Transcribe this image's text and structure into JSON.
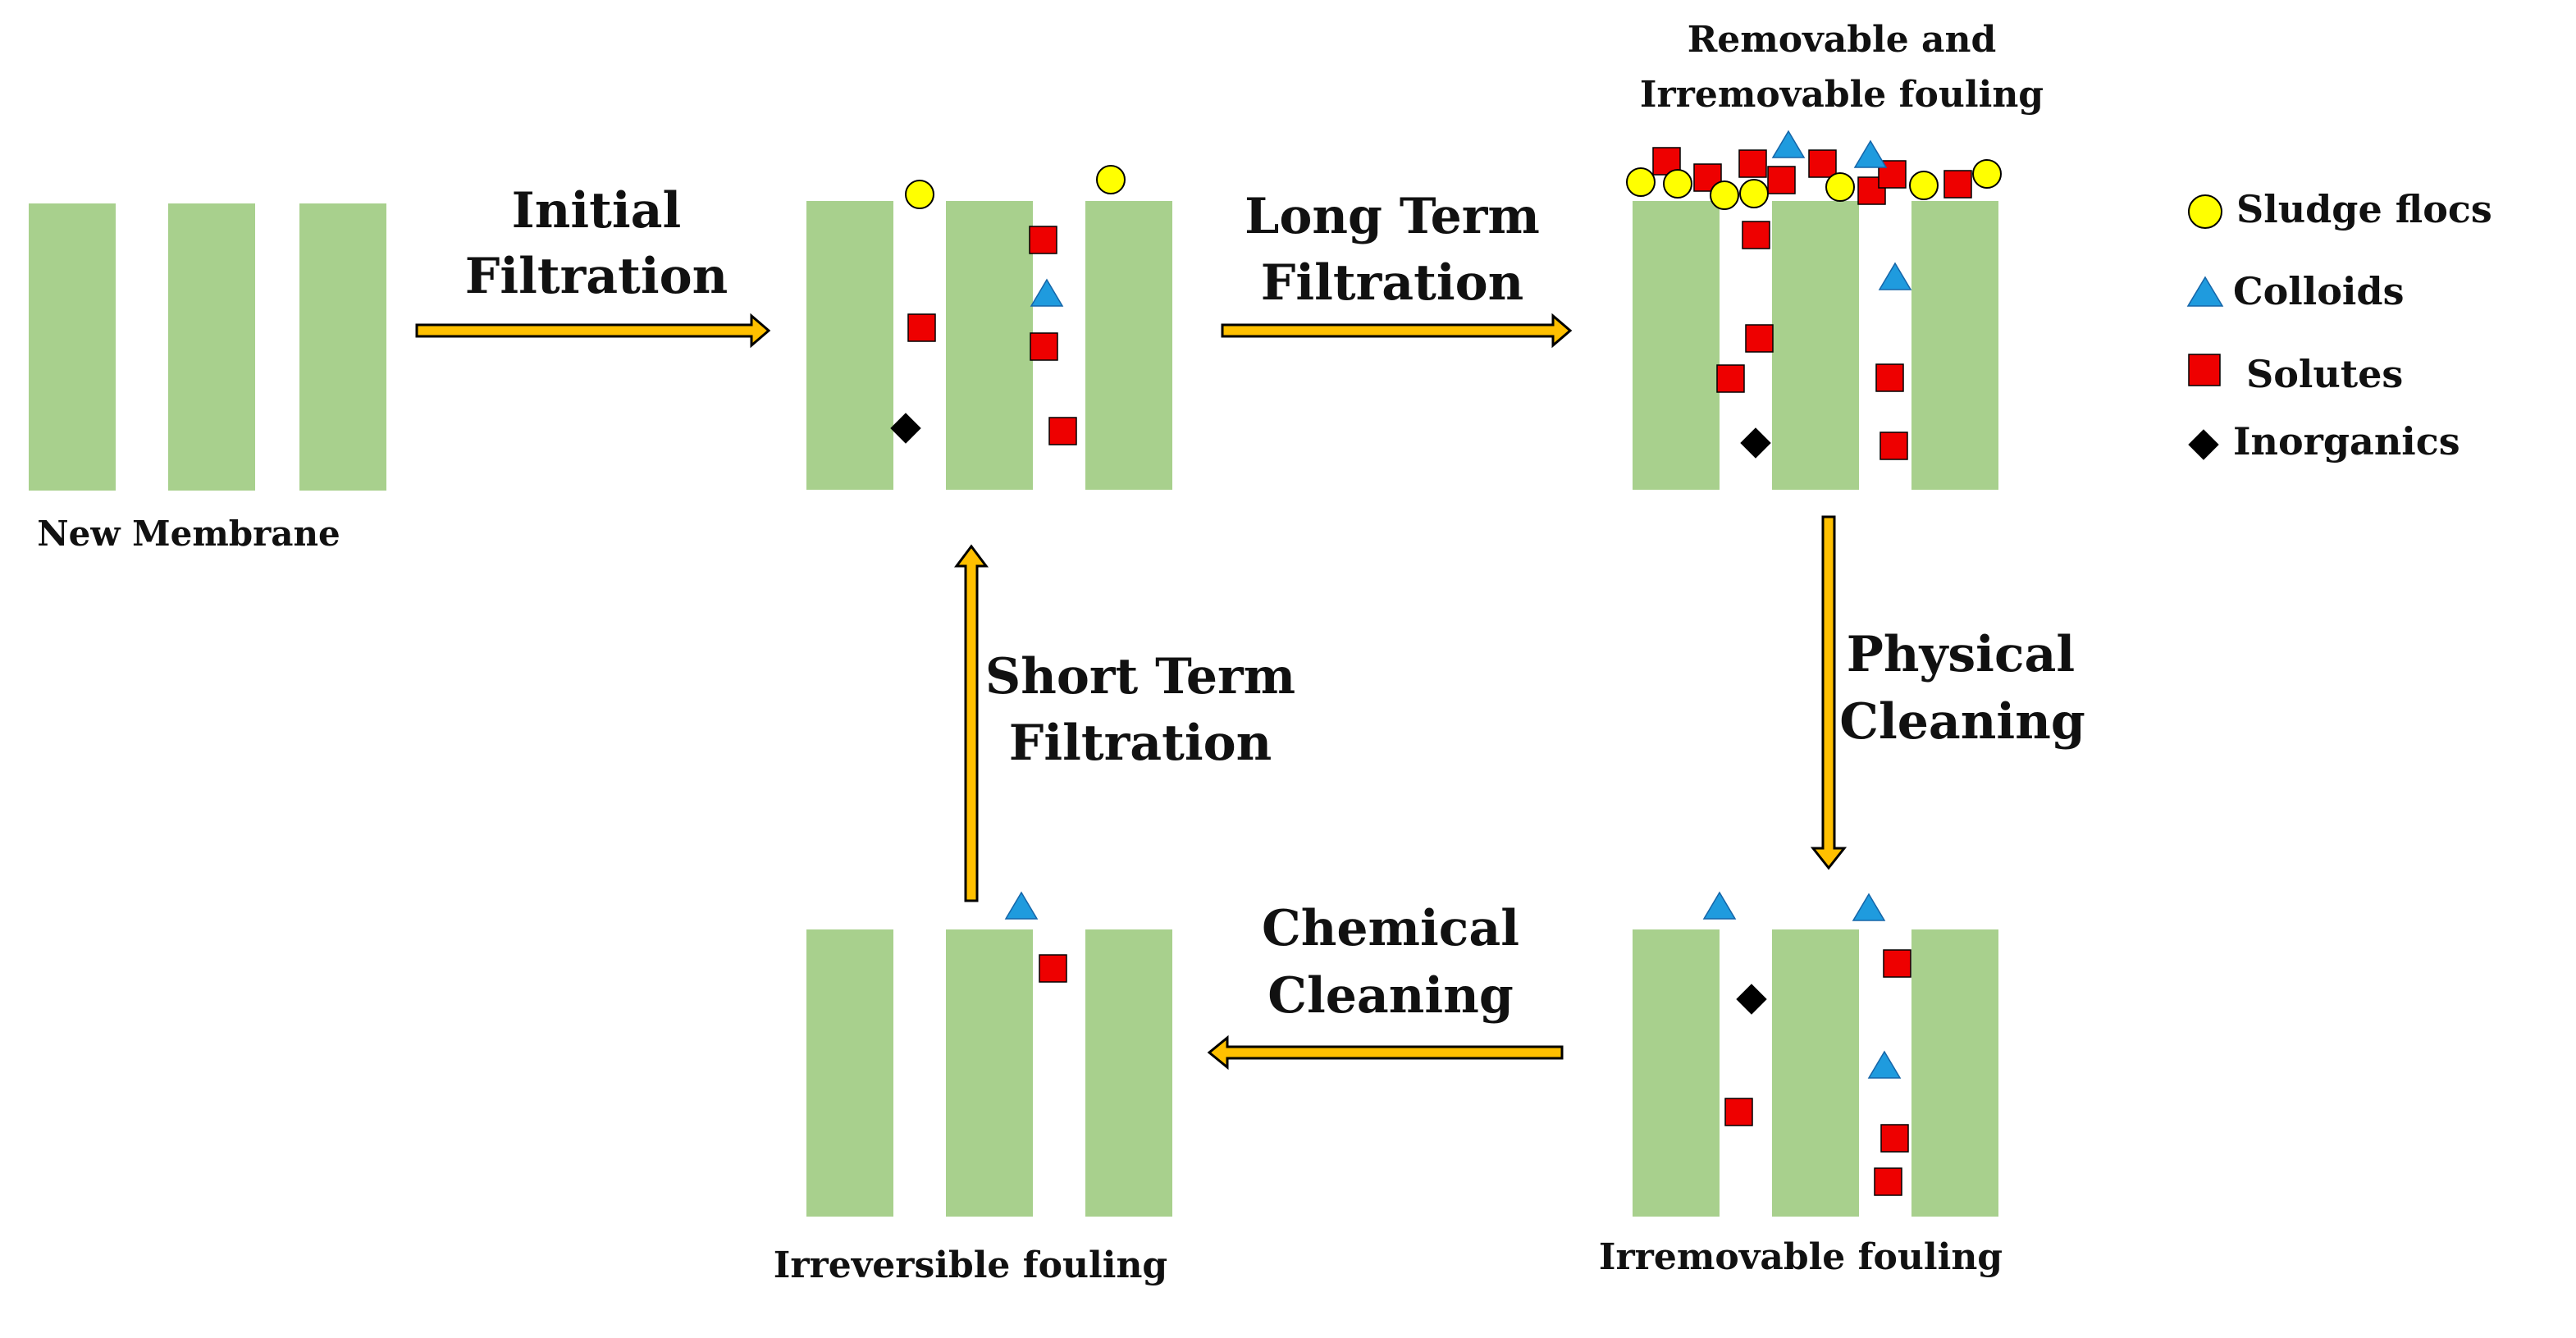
{
  "colors": {
    "membrane": "#a8d08d",
    "arrow_fill": "#ffc000",
    "arrow_stroke": "#000000",
    "sludge_flocs": "#ffff00",
    "colloids": "#1f9bde",
    "solutes": "#ee0000",
    "inorganics": "#000000"
  },
  "stages": {
    "new_membrane": "New Membrane",
    "fouled_top_1": "Removable and",
    "fouled_top_2": "Irremovable fouling",
    "irremovable": "Irremovable fouling",
    "irreversible": "Irreversible fouling"
  },
  "steps": {
    "initial_1": "Initial",
    "initial_2": "Filtration",
    "long_1": "Long Term",
    "long_2": "Filtration",
    "physical_1": "Physical",
    "physical_2": "Cleaning",
    "chemical_1": "Chemical",
    "chemical_2": "Cleaning",
    "short_1": "Short Term",
    "short_2": "Filtration"
  },
  "legend": {
    "sludge_flocs": "Sludge flocs",
    "colloids": "Colloids",
    "solutes": "Solutes",
    "inorganics": "Inorganics"
  }
}
